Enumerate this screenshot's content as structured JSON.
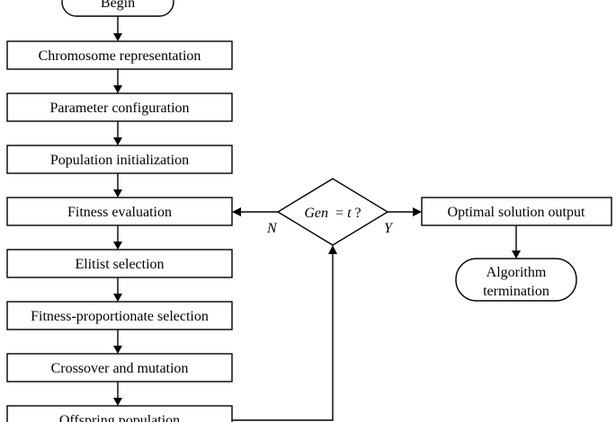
{
  "diagram": {
    "nodes": {
      "begin": "Begin",
      "chromosome": "Chromosome representation",
      "parameter": "Parameter configuration",
      "population_init": "Population initialization",
      "fitness_eval": "Fitness evaluation",
      "elitist": "Elitist selection",
      "fitness_prop": "Fitness-proportionate selection",
      "crossover": "Crossover and mutation",
      "offspring": "Offspring population",
      "decision_lhs": "Gen",
      "decision_eq": "= ",
      "decision_rhs": "t",
      "decision_q": " ?",
      "optimal_output": "Optimal solution output",
      "termination_line1": "Algorithm",
      "termination_line2": "termination"
    },
    "edge_labels": {
      "no": "N",
      "yes": "Y"
    }
  }
}
